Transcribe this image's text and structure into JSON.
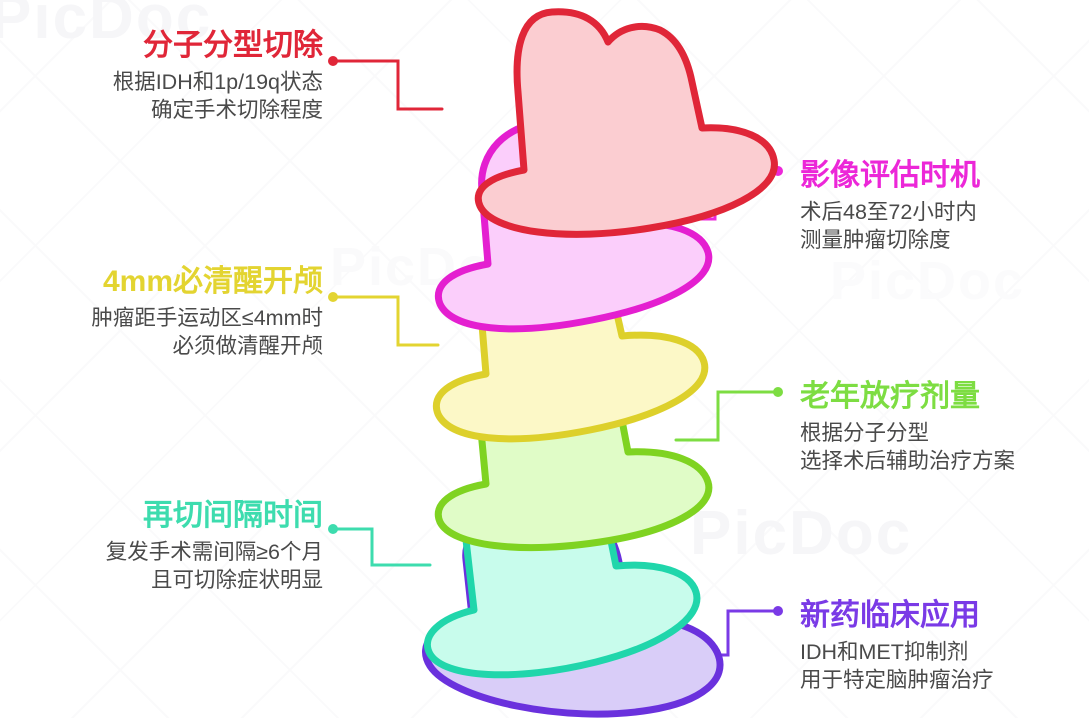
{
  "watermark": {
    "text": "PicDoc"
  },
  "palette": {
    "red_stroke": "#e02638",
    "red_fill": "#fbcdd1",
    "magenta_stroke": "#e41fd0",
    "magenta_fill": "#fbcefb",
    "yellow_stroke": "#ddd02b",
    "yellow_fill": "#fcf8c7",
    "green_stroke": "#7fd321",
    "green_fill": "#e0fcc7",
    "teal_stroke": "#20d6ab",
    "teal_fill": "#c8fcec",
    "purple_stroke": "#6a31dd",
    "purple_fill": "#d9cdf8"
  },
  "items": [
    {
      "id": "molecular-resection",
      "side": "left",
      "title": "分子分型切除",
      "line1": "根据IDH和1p/19q状态",
      "line2": "确定手术切除程度",
      "color": "#e02638"
    },
    {
      "id": "imaging-timing",
      "side": "right",
      "title": "影像评估时机",
      "line1": "术后48至72小时内",
      "line2": "测量肿瘤切除度",
      "color": "#ec27d8"
    },
    {
      "id": "awake-craniotomy",
      "side": "left",
      "title": "4mm必清醒开颅",
      "line1": "肿瘤距手运动区≤4mm时",
      "line2": "必须做清醒开颅",
      "color": "#e3d431"
    },
    {
      "id": "elderly-radiotherapy-dose",
      "side": "right",
      "title": "老年放疗剂量",
      "line1": "根据分子分型",
      "line2": "选择术后辅助治疗方案",
      "color": "#7ddd42"
    },
    {
      "id": "reoperation-interval",
      "side": "left",
      "title": "再切间隔时间",
      "line1": "复发手术需间隔≥6个月",
      "line2": "且可切除症状明显",
      "color": "#3ddcae"
    },
    {
      "id": "new-drug-application",
      "side": "right",
      "title": "新药临床应用",
      "line1": "IDH和MET抑制剂",
      "line2": "用于特定脑肿瘤治疗",
      "color": "#7a3ae6"
    }
  ]
}
